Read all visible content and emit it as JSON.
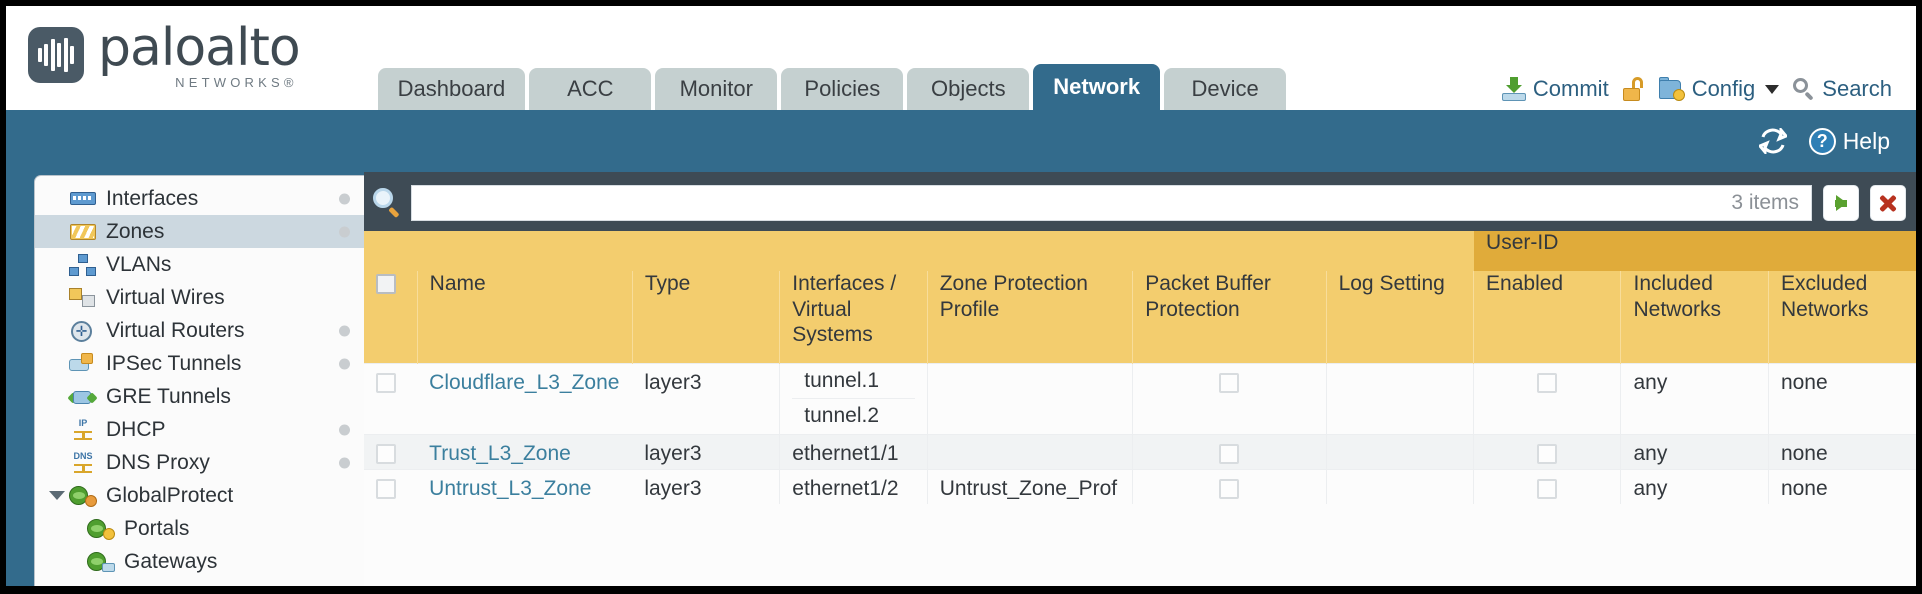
{
  "header": {
    "logo_word": "paloalto",
    "logo_sub": "NETWORKS®",
    "tabs": [
      {
        "label": "Dashboard",
        "active": false
      },
      {
        "label": "ACC",
        "active": false
      },
      {
        "label": "Monitor",
        "active": false
      },
      {
        "label": "Policies",
        "active": false
      },
      {
        "label": "Objects",
        "active": false
      },
      {
        "label": "Network",
        "active": true
      },
      {
        "label": "Device",
        "active": false
      }
    ],
    "actions": {
      "commit": "Commit",
      "lock_icon": "padlock-open-icon",
      "config": "Config",
      "search": "Search"
    }
  },
  "toolbar": {
    "refresh_icon": "refresh-icon",
    "help": "Help"
  },
  "sidebar": {
    "items": [
      {
        "label": "Interfaces",
        "icon": "interfaces-icon",
        "dot": true,
        "child": false,
        "expander": "none",
        "selected": false
      },
      {
        "label": "Zones",
        "icon": "zones-icon",
        "dot": true,
        "child": false,
        "expander": "none",
        "selected": true
      },
      {
        "label": "VLANs",
        "icon": "vlans-icon",
        "dot": false,
        "child": false,
        "expander": "none",
        "selected": false
      },
      {
        "label": "Virtual Wires",
        "icon": "virtual-wires-icon",
        "dot": false,
        "child": false,
        "expander": "none",
        "selected": false
      },
      {
        "label": "Virtual Routers",
        "icon": "virtual-routers-icon",
        "dot": true,
        "child": false,
        "expander": "none",
        "selected": false
      },
      {
        "label": "IPSec Tunnels",
        "icon": "ipsec-tunnels-icon",
        "dot": true,
        "child": false,
        "expander": "none",
        "selected": false
      },
      {
        "label": "GRE Tunnels",
        "icon": "gre-tunnels-icon",
        "dot": false,
        "child": false,
        "expander": "none",
        "selected": false
      },
      {
        "label": "DHCP",
        "icon": "dhcp-icon",
        "dot": true,
        "child": false,
        "expander": "none",
        "selected": false
      },
      {
        "label": "DNS Proxy",
        "icon": "dns-proxy-icon",
        "dot": true,
        "child": false,
        "expander": "none",
        "selected": false
      },
      {
        "label": "GlobalProtect",
        "icon": "globalprotect-icon",
        "dot": false,
        "child": false,
        "expander": "expanded",
        "selected": false
      },
      {
        "label": "Portals",
        "icon": "portals-icon",
        "dot": false,
        "child": true,
        "expander": "none",
        "selected": false
      },
      {
        "label": "Gateways",
        "icon": "gateways-icon",
        "dot": false,
        "child": true,
        "expander": "none",
        "selected": false
      }
    ]
  },
  "filter": {
    "search_icon": "search-icon",
    "value": "",
    "placeholder": "",
    "items_count": "3 items",
    "apply_icon": "green-arrow-icon",
    "clear_icon": "red-x-icon"
  },
  "table": {
    "group_header": "User-ID",
    "columns": [
      "Name",
      "Type",
      "Interfaces / Virtual Systems",
      "Zone Protection Profile",
      "Packet Buffer Protection",
      "Log Setting",
      "Enabled",
      "Included Networks",
      "Excluded Networks"
    ],
    "rows": [
      {
        "selected": false,
        "name": "Cloudflare_L3_Zone",
        "type": "layer3",
        "interfaces": [
          "tunnel.1",
          "tunnel.2"
        ],
        "zone_protection_profile": "",
        "packet_buffer_protection": false,
        "log_setting": "",
        "userid_enabled": false,
        "included_networks": "any",
        "excluded_networks": "none"
      },
      {
        "selected": false,
        "name": "Trust_L3_Zone",
        "type": "layer3",
        "interfaces": [
          "ethernet1/1"
        ],
        "zone_protection_profile": "",
        "packet_buffer_protection": false,
        "log_setting": "",
        "userid_enabled": false,
        "included_networks": "any",
        "excluded_networks": "none"
      },
      {
        "selected": false,
        "name": "Untrust_L3_Zone",
        "type": "layer3",
        "interfaces": [
          "ethernet1/2"
        ],
        "zone_protection_profile": "Untrust_Zone_Prof",
        "packet_buffer_protection": false,
        "log_setting": "",
        "userid_enabled": false,
        "included_networks": "any",
        "excluded_networks": "none"
      }
    ]
  },
  "colors": {
    "brand_blue": "#336b8c",
    "header_gold": "#f3cd6e",
    "group_gold": "#e0ab3a",
    "link_teal": "#3b7f9e",
    "panel_slate": "#3e4b55"
  }
}
